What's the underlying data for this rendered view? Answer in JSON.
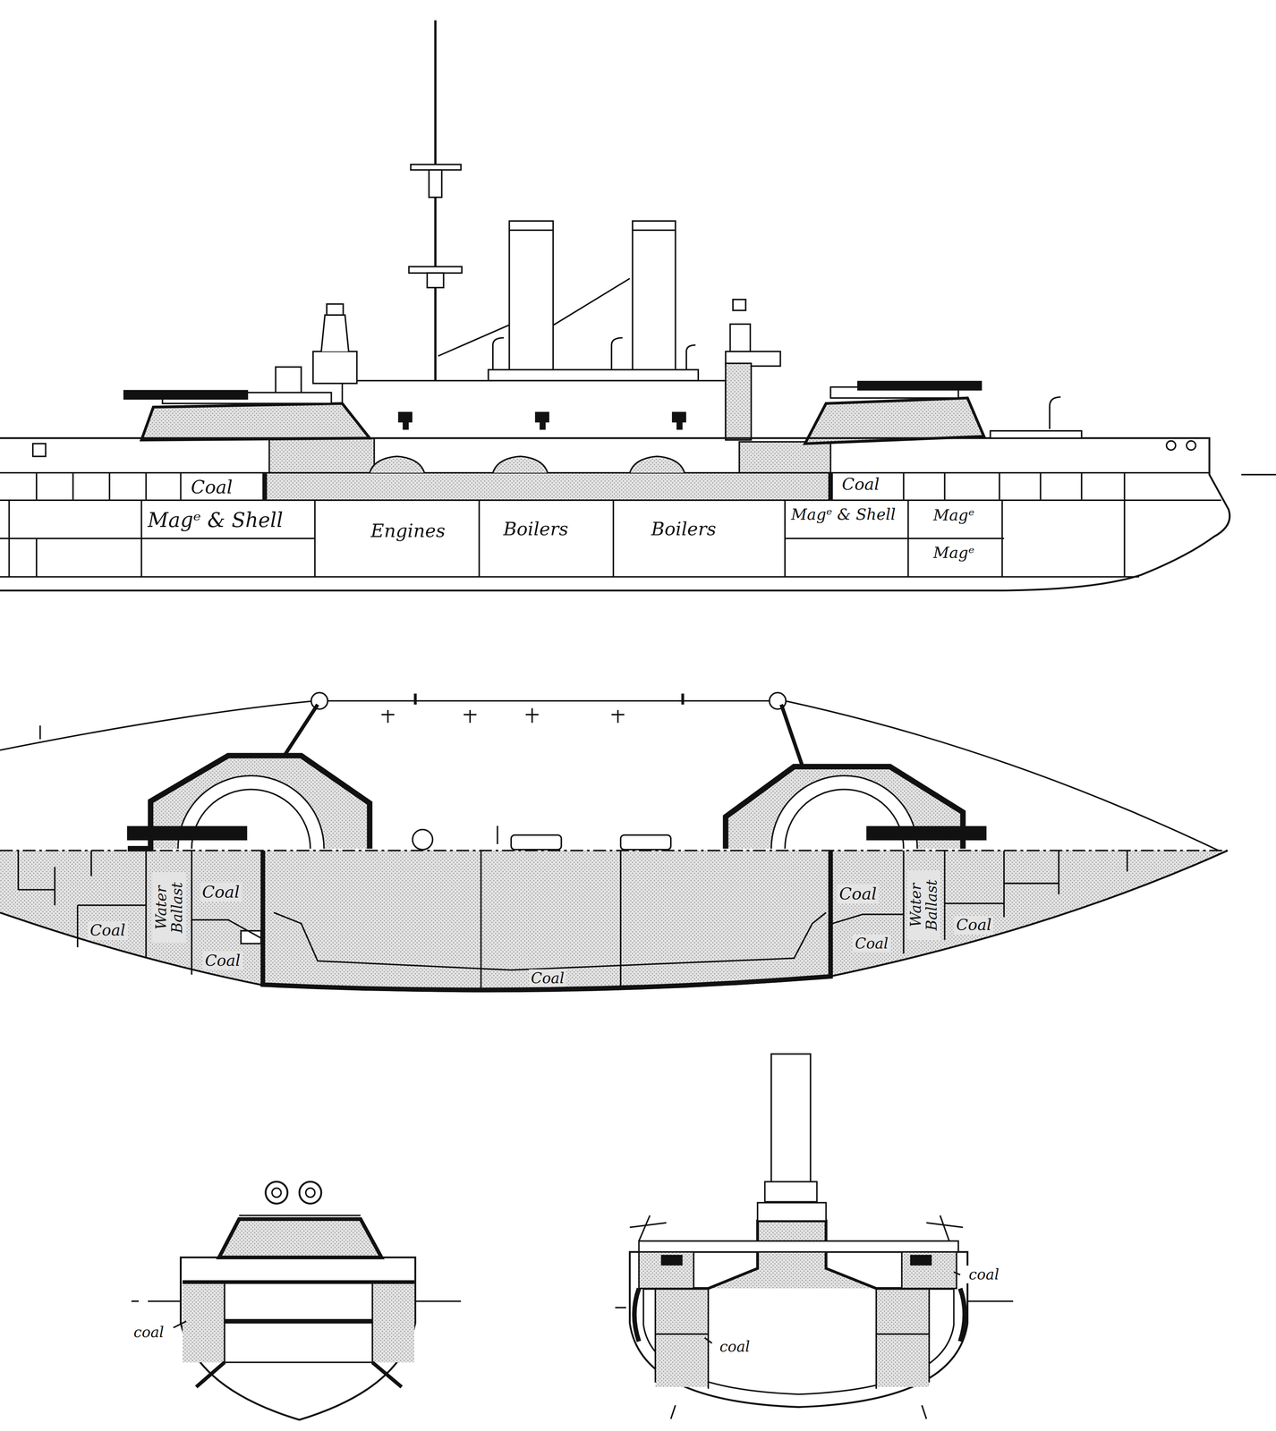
{
  "diagram": {
    "labels": [
      "Coal",
      "Magᵉ & Shell",
      "Engines",
      "Boilers",
      "Boilers",
      "Coal",
      "Magᵉ & Shell",
      "Magᵉ",
      "Magᵉ",
      "Water Ballast",
      "Coal",
      "Coal",
      "Coal",
      "Coal",
      "Coal",
      "Water Ballast",
      "Coal",
      "Coal",
      "coal",
      "coal",
      "coal"
    ]
  }
}
